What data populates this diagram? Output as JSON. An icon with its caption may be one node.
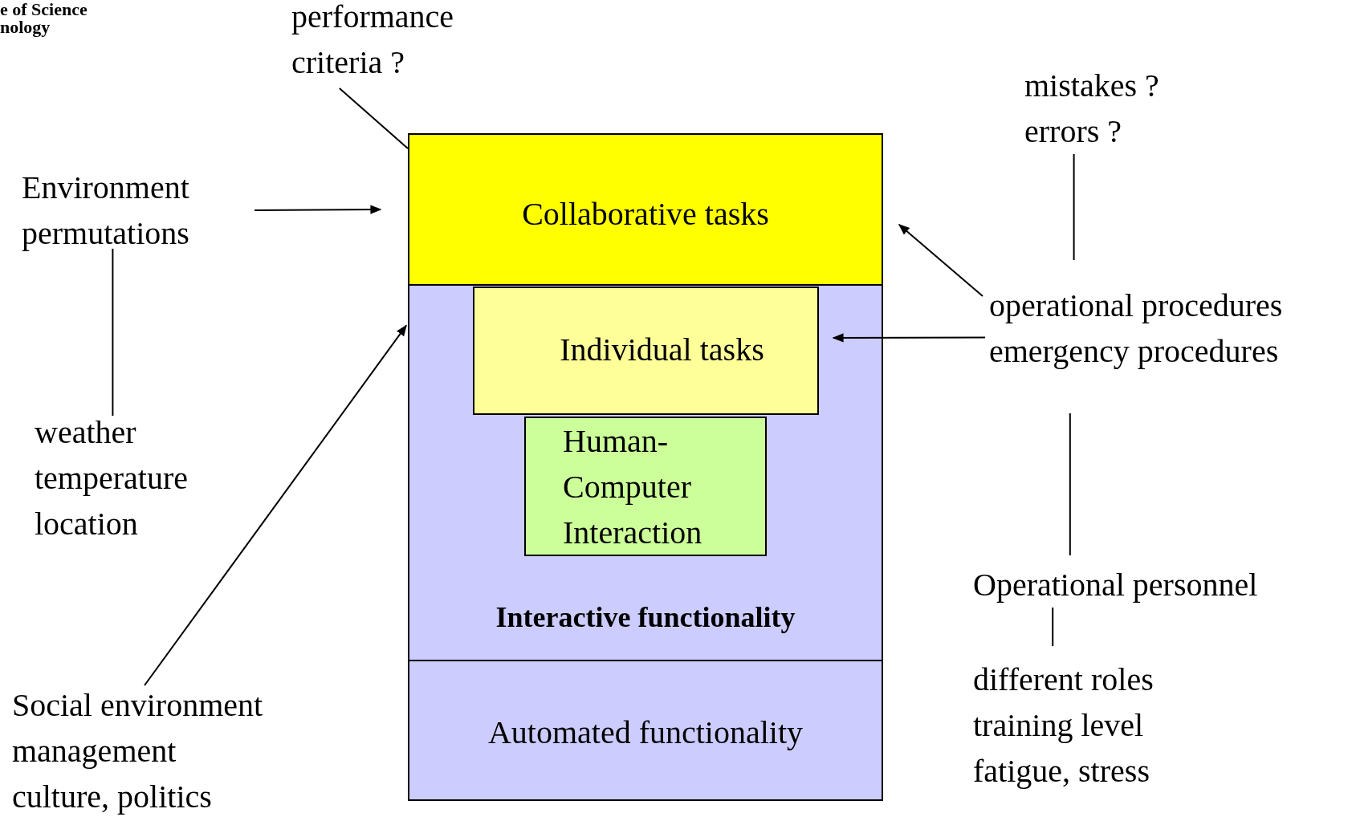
{
  "diagram": {
    "nodes": [
      {
        "text": [
          "performance criteria ?"
        ]
      },
      {
        "text": [
          "mistakes ? errors ?"
        ]
      },
      {
        "text": [
          "Environment permutations"
        ]
      },
      {
        "text": [
          "Collaborative tasks"
        ]
      },
      {
        "text": [
          "operational procedures emergency procedures"
        ]
      },
      {
        "text": [
          "Interactive functionality"
        ]
      },
      {
        "text": [
          "Individual tasks"
        ],
        "in": 5
      },
      {
        "text": [
          "Human-Computer Interaction"
        ],
        "in": 5
      },
      {
        "text": [
          "weather temperature location"
        ]
      },
      {
        "text": [
          "Operational personnel"
        ]
      },
      {
        "text": [
          "Social environment management culture, politics"
        ]
      },
      {
        "text": [
          "different roles training level fatigue, stress"
        ]
      },
      {
        "text": [
          "Automated functionality"
        ]
      }
    ],
    "edges": [
      {
        "from": 0,
        "to": 3,
        "arrow": "none"
      },
      {
        "from": 2,
        "to": 3,
        "arrow": "to"
      },
      {
        "from": 2,
        "to": 8,
        "arrow": "none"
      },
      {
        "from": 10,
        "to": 5,
        "arrow": "to"
      },
      {
        "from": 1,
        "to": 4,
        "arrow": "none"
      },
      {
        "from": 4,
        "to": 3,
        "arrow": "to"
      },
      {
        "from": 4,
        "to": 6,
        "arrow": "to"
      },
      {
        "from": 4,
        "to": 9,
        "arrow": "none"
      },
      {
        "from": 9,
        "to": 11,
        "arrow": "none"
      }
    ],
    "labels": [
      "e of Science",
      "nology"
    ]
  }
}
